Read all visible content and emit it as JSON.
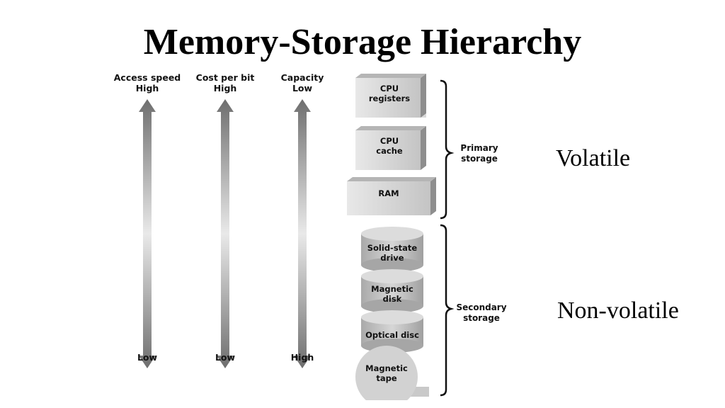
{
  "title": "Memory-Storage Hierarchy",
  "columns": [
    {
      "header_top": "Access speed",
      "header_bottom": "High",
      "footer": "Low"
    },
    {
      "header_top": "Cost per bit",
      "header_bottom": "High",
      "footer": "Low"
    },
    {
      "header_top": "Capacity",
      "header_bottom": "Low",
      "footer": "High"
    }
  ],
  "levels": [
    {
      "line1": "CPU",
      "line2": "registers",
      "shape": "block"
    },
    {
      "line1": "CPU",
      "line2": "cache",
      "shape": "block"
    },
    {
      "line1": "RAM",
      "line2": "",
      "shape": "block"
    },
    {
      "line1": "Solid-state",
      "line2": "drive",
      "shape": "cylinder"
    },
    {
      "line1": "Magnetic",
      "line2": "disk",
      "shape": "cylinder"
    },
    {
      "line1": "Optical disc",
      "line2": "",
      "shape": "cylinder"
    },
    {
      "line1": "Magnetic",
      "line2": "tape",
      "shape": "tape"
    }
  ],
  "groups": [
    {
      "line1": "Primary",
      "line2": "storage"
    },
    {
      "line1": "Secondary",
      "line2": "storage"
    }
  ],
  "side_labels": {
    "volatile": "Volatile",
    "non_volatile": "Non-volatile"
  }
}
